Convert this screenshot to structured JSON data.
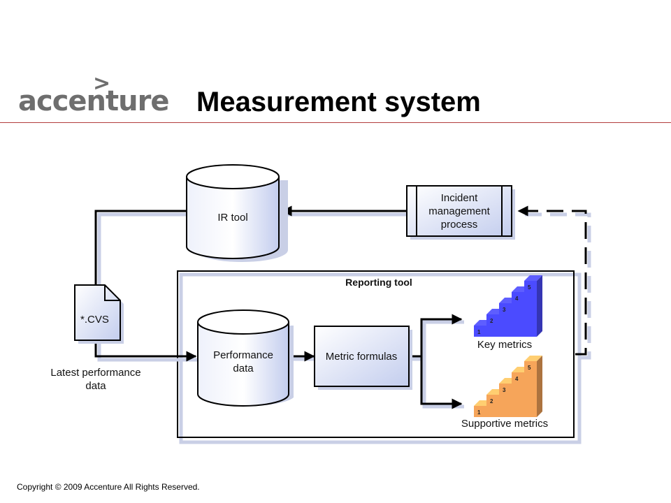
{
  "header": {
    "logo_text": "accenture",
    "logo_mark": ">",
    "title": "Measurement system"
  },
  "diagram": {
    "ir_tool": "IR tool",
    "incident_process": [
      "Incident",
      "management",
      "process"
    ],
    "csv_file": "*.CVS",
    "latest_data": [
      "Latest performance",
      "data"
    ],
    "reporting_tool": "Reporting tool",
    "performance_data": [
      "Performance",
      "data"
    ],
    "metric_formulas": "Metric formulas",
    "key_metrics": "Key metrics",
    "supportive_metrics": "Supportive metrics",
    "step_numbers": [
      "1",
      "2",
      "3",
      "4",
      "5"
    ],
    "colors": {
      "key_metrics": "#4b4bff",
      "supportive_metrics": "#f6a55a",
      "box_fill_light": "#f4f6ff",
      "box_fill_dark": "#c6cfee",
      "shadow": "#c9cfe6",
      "rule": "#b23c3c"
    }
  },
  "footer": {
    "copyright": "Copyright © 2009 Accenture All Rights Reserved."
  }
}
